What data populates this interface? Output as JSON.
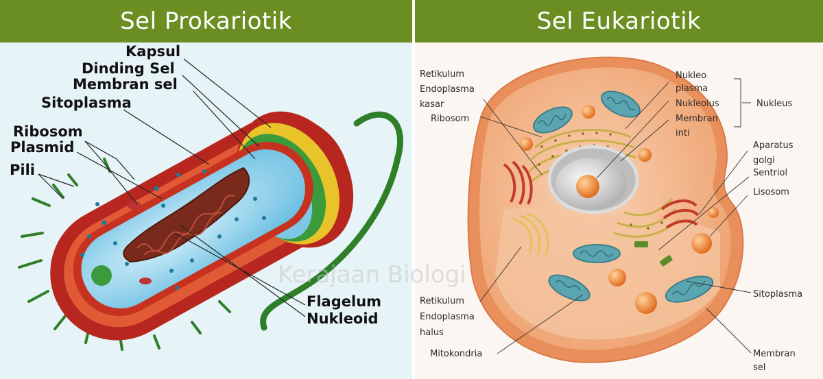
{
  "headers": {
    "left": "Sel Prokariotik",
    "right": "Sel Eukariotik"
  },
  "prokaryote_labels": {
    "kapsul": "Kapsul",
    "dinding_sel": "Dinding Sel",
    "membran_sel": "Membran sel",
    "sitoplasma": "Sitoplasma",
    "ribosom": "Ribosom",
    "plasmid": "Plasmid",
    "pili": "Pili",
    "flagelum": "Flagelum",
    "nukleoid": "Nukleoid"
  },
  "eukaryote_labels": {
    "retikulum_kasar_1": "Retikulum",
    "retikulum_kasar_2": "Endoplasma",
    "retikulum_kasar_3": "kasar",
    "ribosom": "Ribosom",
    "nukleoplasma_1": "Nukleo",
    "nukleoplasma_2": "plasma",
    "nukleolus": "Nukleolus",
    "membran_inti_1": "Membran",
    "membran_inti_2": "inti",
    "nukleus": "Nukleus",
    "aparatus_golgi_1": "Aparatus",
    "aparatus_golgi_2": "golgi",
    "sentriol": "Sentriol",
    "lisosom": "Lisosom",
    "retikulum_halus_1": "Retikulum",
    "retikulum_halus_2": "Endoplasma",
    "retikulum_halus_3": "halus",
    "sitoplasma": "Sitoplasma",
    "mitokondria": "Mitokondria",
    "membran_sel_1": "Membran",
    "membran_sel_2": "sel"
  },
  "watermark": "Kerajaan Biologi",
  "colors": {
    "header_bg": "#6b8e23",
    "capsule": "#b8271f",
    "cell_wall": "#e8c42a",
    "membrane": "#3b9a3b",
    "cytoplasm": "#8fd0ea",
    "nucleoid": "#7a2a1c",
    "eukaryote_cell": "#f2b58a",
    "mitochondria": "#5aa5b0",
    "organelle_orange": "#ee7a2a"
  }
}
